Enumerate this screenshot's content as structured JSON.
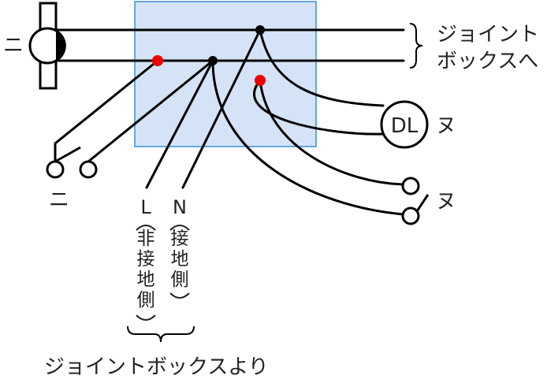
{
  "colors": {
    "box_fill": "#d4e3f5",
    "box_stroke": "#3a8fd6",
    "wire": "#000000",
    "junction": "#000000",
    "terminal_red": "#ee0000",
    "text": "#222222"
  },
  "labels": {
    "outlet_left": "ニ",
    "outlet_to_box_line1": "ジョイント",
    "outlet_to_box_line2": "ボックスへ",
    "dl_fixture": "DL",
    "dl_label": "ヌ",
    "switch_right_label": "ヌ",
    "switch_left_label": "ニ",
    "wire_L": "L",
    "wire_L_sub": [
      "非",
      "接",
      "地",
      "側"
    ],
    "wire_N": "N",
    "wire_N_sub": [
      "接",
      "地",
      "側"
    ],
    "from_box": "ジョイントボックスより"
  },
  "icons": {
    "outlet": "receptacle-icon",
    "switch_left": "switch-icon",
    "switch_right": "switch-icon",
    "fixture": "downlight-icon"
  }
}
